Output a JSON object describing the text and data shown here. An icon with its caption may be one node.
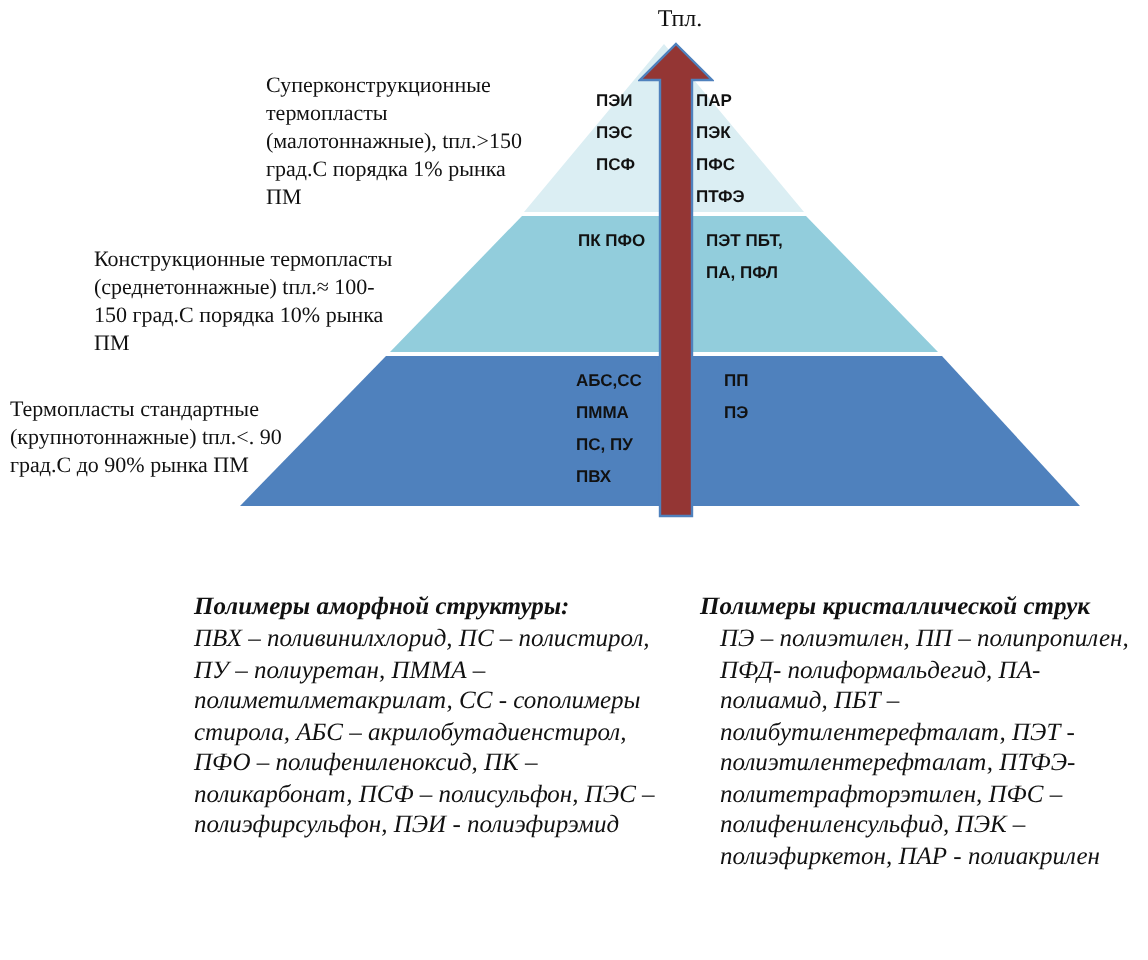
{
  "diagram": {
    "nodes": [
      {
        "text": [
          "ПЭИ ПЭС ПСФ",
          "ПАР ПЭК ПФС ПТФЭ"
        ],
        "beside": [
          "Суперконструкционные термопласты (малотоннажные), tпл.>150 град.С порядка 1% рынка ПМ"
        ]
      },
      {
        "text": [
          "ПК ПФО",
          "ПЭТ ПБТ, ПА, ПФЛ"
        ],
        "beside": [
          "Конструкционные термопласты (среднетоннажные) tпл.≈ 100-150 град.С порядка 10% рынка ПМ"
        ]
      },
      {
        "text": [
          "АБС,СС ПММА ПС, ПУ ПВХ",
          "ПП ПЭ"
        ],
        "beside": [
          "Термопласты стандартные (крупнотоннажные) tпл.<. 90 град.С до 90% рынка ПМ"
        ]
      }
    ],
    "edges": [],
    "labels": [
      "Тпл.",
      "Полимеры аморфной структуры:",
      "ПВХ – поливинилхлорид, ПС – полистирол, ПУ – полиуретан, ПММА – полиметилметакрилат, СС - сополимеры стирола, АБС – акрилобутадиенстирол, ПФО – полифениленоксид, ПК – поликарбонат, ПСФ – полисульфон, ПЭС – полиэфирсульфон, ПЭИ - полиэфирэмид",
      "Полимеры кристаллической струк",
      "ПЭ – полиэтилен, ПП – полипропилен, ПФД- полиформальдегид, ПА- полиамид, ПБТ – полибутилентерефталат, ПЭТ - полиэтилентерефталат, ПТФЭ- политетрафторэтилен, ПФС – полифениленсульфид, ПЭК – полиэфиркетон, ПАР - полиакрилен"
    ]
  }
}
